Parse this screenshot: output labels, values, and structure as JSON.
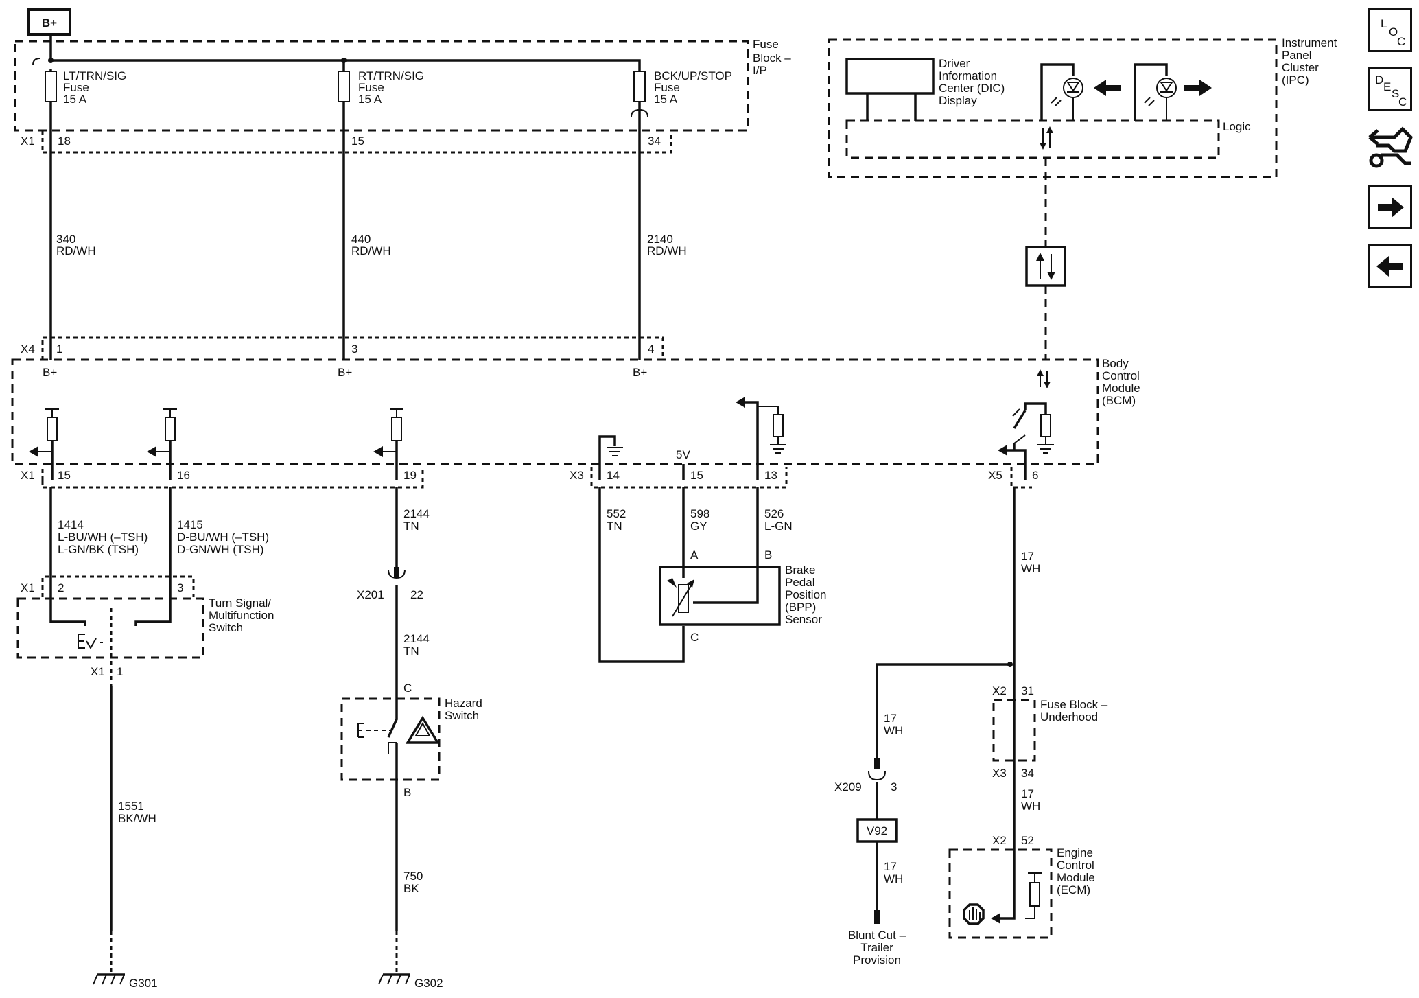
{
  "bplus_tag": "B+",
  "nav": {
    "loc": [
      "L",
      "O",
      "C"
    ],
    "desc": [
      "D",
      "E",
      "S",
      "C"
    ]
  },
  "fuse_block_ip": {
    "title": [
      "Fuse",
      "Block –",
      "I/P"
    ],
    "connector": "X1",
    "fuses": [
      {
        "name": "LT/TRN/SIG",
        "type": "Fuse",
        "rating": "15 A",
        "pin": "18",
        "circuit": "340",
        "color": "RD/WH",
        "x4_pin": "1"
      },
      {
        "name": "RT/TRN/SIG",
        "type": "Fuse",
        "rating": "15 A",
        "pin": "15",
        "circuit": "440",
        "color": "RD/WH",
        "x4_pin": "3"
      },
      {
        "name": "BCK/UP/STOP",
        "type": "Fuse",
        "rating": "15 A",
        "pin": "34",
        "circuit": "2140",
        "color": "RD/WH",
        "x4_pin": "4"
      }
    ]
  },
  "ipc": {
    "title": [
      "Instrument",
      "Panel",
      "Cluster",
      "(IPC)"
    ],
    "dic": [
      "Driver",
      "Information",
      "Center (DIC)",
      "Display"
    ],
    "logic": "Logic"
  },
  "bcm": {
    "title": [
      "Body",
      "Control",
      "Module",
      "(BCM)"
    ],
    "x4": "X4",
    "bplus": "B+",
    "x1": "X1",
    "x1_pins": [
      "15",
      "16",
      "19"
    ],
    "x3": "X3",
    "x3_pins": [
      "14",
      "15",
      "13"
    ],
    "five_v": "5V",
    "x5": "X5",
    "x5_pin": "6"
  },
  "turn_switch": {
    "circ_left": [
      "1414",
      "L-BU/WH (–TSH)",
      "L-GN/BK (TSH)"
    ],
    "circ_right": [
      "1415",
      "D-BU/WH (–TSH)",
      "D-GN/WH (TSH)"
    ],
    "connector": "X1",
    "pins": [
      "2",
      "3"
    ],
    "title": [
      "Turn Signal/",
      "Multifunction",
      "Switch"
    ],
    "out_connector": "X1",
    "out_pin": "1",
    "ground_circuit": [
      "1551",
      "BK/WH"
    ],
    "ground": "G301"
  },
  "hazard": {
    "circ1": [
      "2144",
      "TN"
    ],
    "inline": "X201",
    "inline_pin": "22",
    "circ2": [
      "2144",
      "TN"
    ],
    "pin_c": "C",
    "pin_b": "B",
    "title": [
      "Hazard",
      "Switch"
    ],
    "ground_circuit": [
      "750",
      "BK"
    ],
    "ground": "G302"
  },
  "bpp": {
    "circuits": [
      [
        "552",
        "TN"
      ],
      [
        "598",
        "GY"
      ],
      [
        "526",
        "L-GN"
      ]
    ],
    "pin_a": "A",
    "pin_b": "B",
    "pin_c": "C",
    "title": [
      "Brake",
      "Pedal",
      "Position",
      "(BPP)",
      "Sensor"
    ]
  },
  "right": {
    "circ": [
      "17",
      "WH"
    ],
    "fb_uh": [
      "Fuse Block –",
      "Underhood"
    ],
    "x2": "X2",
    "x2_pin": "31",
    "x3": "X3",
    "x3_pin": "34",
    "circ2": [
      "17",
      "WH"
    ],
    "x2b": "X2",
    "x2b_pin": "52",
    "ecm": [
      "Engine",
      "Control",
      "Module",
      "(ECM)"
    ],
    "branch_circ": [
      "17",
      "WH"
    ],
    "x209": "X209",
    "x209_pin": "3",
    "v92": "V92",
    "branch_circ2": [
      "17",
      "WH"
    ],
    "trailer": [
      "Blunt Cut –",
      "Trailer",
      "Provision"
    ]
  }
}
